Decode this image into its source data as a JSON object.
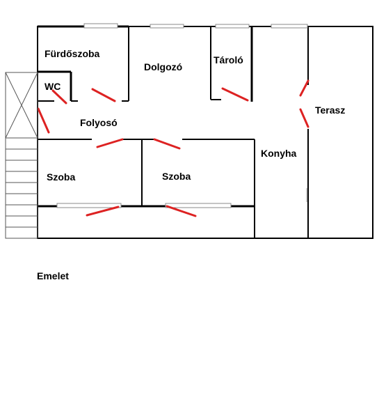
{
  "rooms": {
    "furdoszoba": "Fürdőszoba",
    "wc": "WC",
    "dolgozo": "Dolgozó",
    "tarolo": "Tároló",
    "folyoso": "Folyosó",
    "terasz": "Terasz",
    "konyha": "Konyha",
    "szoba_1": "Szoba",
    "szoba_2": "Szoba"
  },
  "caption": "Emelet",
  "colors": {
    "wall": "#000000",
    "door": "#dd2222",
    "window": "#888888",
    "background": "#ffffff"
  }
}
